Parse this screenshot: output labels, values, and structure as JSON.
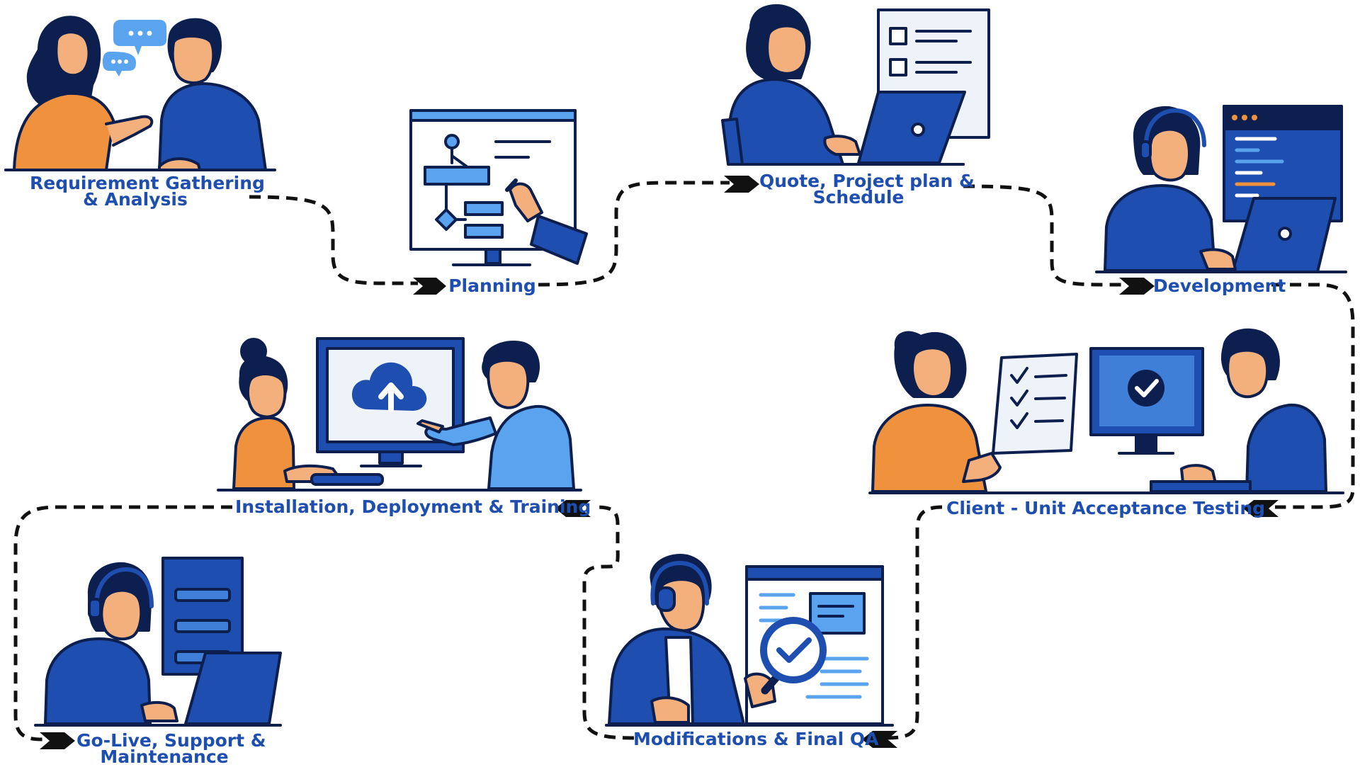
{
  "diagram": {
    "colors": {
      "navy": "#0d1f4e",
      "blue": "#1e4fb0",
      "light_blue": "#5aa3ee",
      "orange": "#f0913e",
      "skin": "#f4b07c",
      "pale": "#eef3fa"
    },
    "steps": [
      {
        "id": "requirement",
        "line1": "Requirement Gathering",
        "line2": "& Analysis"
      },
      {
        "id": "planning",
        "line1": "Planning",
        "line2": ""
      },
      {
        "id": "quote",
        "line1": "Quote, Project plan &",
        "line2": "Schedule"
      },
      {
        "id": "development",
        "line1": "Development",
        "line2": ""
      },
      {
        "id": "uat",
        "line1": "Client - Unit Acceptance Testing",
        "line2": ""
      },
      {
        "id": "qa",
        "line1": "Modifications & Final QA",
        "line2": ""
      },
      {
        "id": "deployment",
        "line1": "Installation, Deployment & Training",
        "line2": ""
      },
      {
        "id": "golive",
        "line1": "Go-Live, Support &",
        "line2": "Maintenance"
      }
    ]
  }
}
